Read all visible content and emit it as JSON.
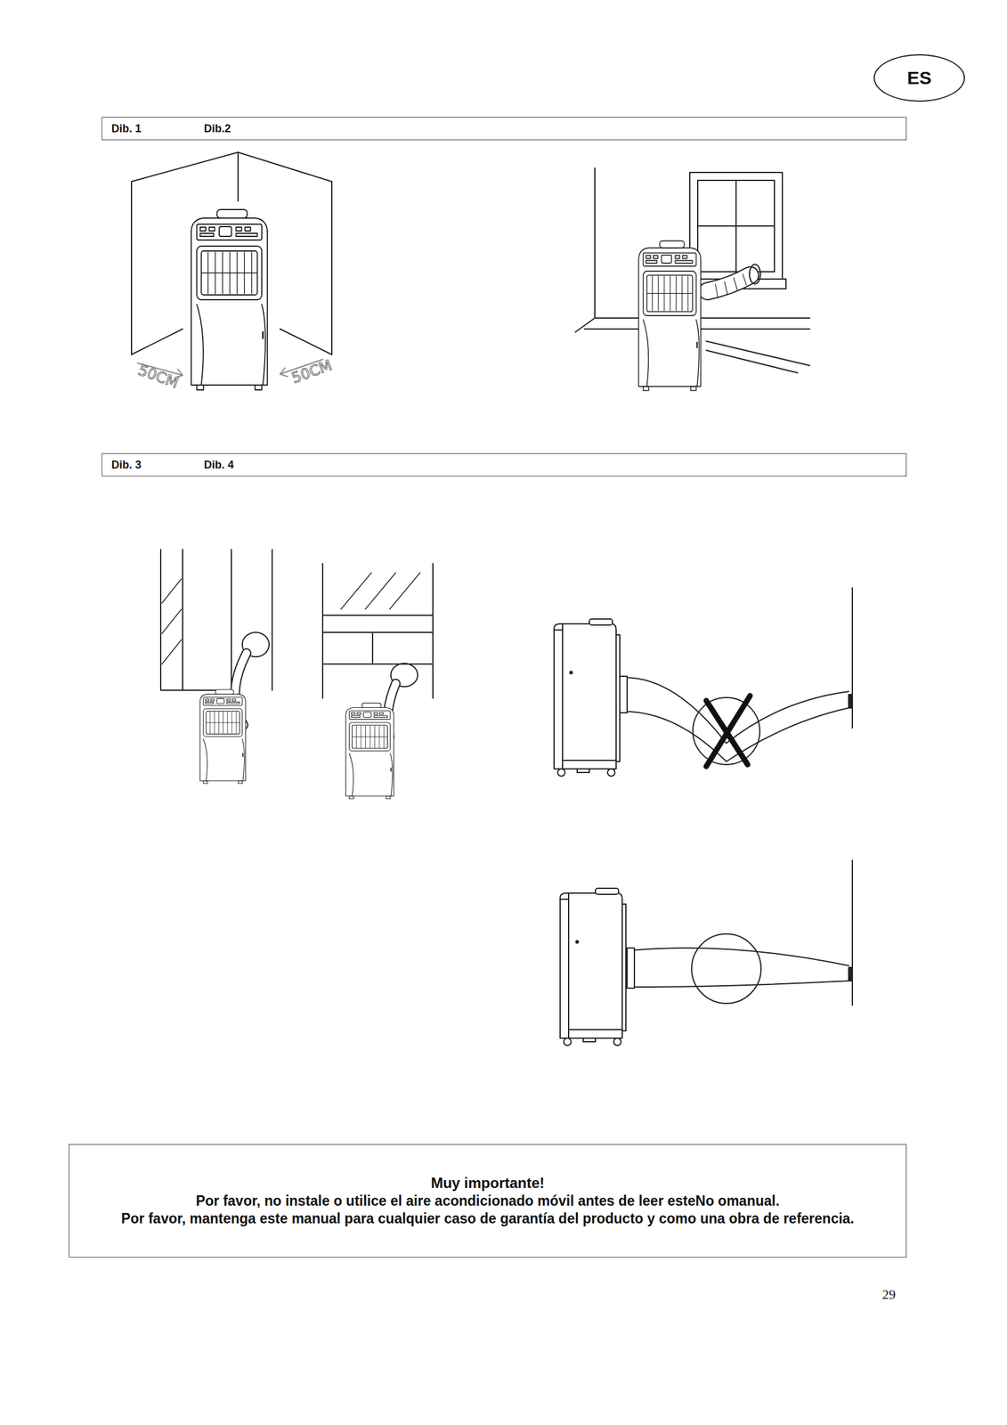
{
  "diagram": {
    "nodes": [
      {
        "text": [
          "ES"
        ]
      },
      {
        "text": [
          "Dib. 1",
          "Dib.2"
        ]
      },
      {
        "text": [
          "Dib. 3",
          "Dib. 4"
        ]
      },
      {
        "text": [
          "Muy importante!",
          "Por favor, no instale o utilice el aire acondicionado móvil antes de leer esteNo omanual.",
          "Por favor, mantenga este manual para cualquier caso de garantía del producto y como una obra de referencia."
        ]
      }
    ],
    "labels": [
      "50CM",
      "50CM",
      "29"
    ]
  }
}
